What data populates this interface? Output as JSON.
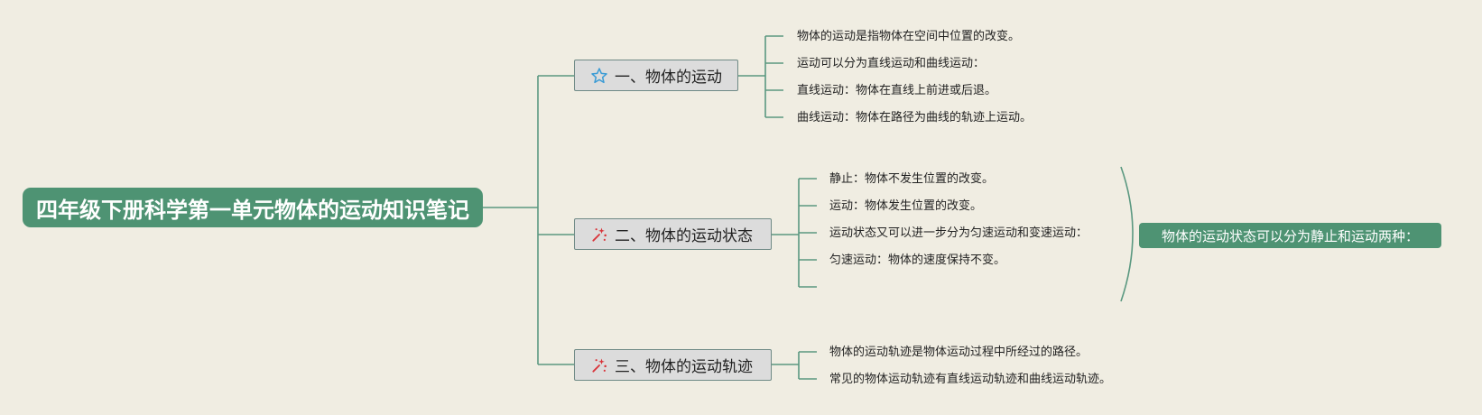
{
  "colors": {
    "background": "#f0ede2",
    "root_fill": "#4e9373",
    "connector": "#5a9880",
    "branch_fill": "#dcdcdc",
    "star_icon": "#3a9bd5",
    "sparkle_icon": "#d9343a"
  },
  "root": {
    "title": "四年级下册科学第一单元物体的运动知识笔记"
  },
  "branches": [
    {
      "label": "一、物体的运动",
      "icon": "star-icon",
      "leaves": [
        "物体的运动是指物体在空间中位置的改变。",
        "运动可以分为直线运动和曲线运动：",
        "直线运动：物体在直线上前进或后退。",
        "曲线运动：物体在路径为曲线的轨迹上运动。"
      ]
    },
    {
      "label": "二、物体的运动状态",
      "icon": "sparkle-icon",
      "leaves": [
        "静止：物体不发生位置的改变。",
        "运动：物体发生位置的改变。",
        "运动状态又可以进一步分为匀速运动和变速运动：",
        "匀速运动：物体的速度保持不变。",
        ""
      ],
      "summary": "物体的运动状态可以分为静止和运动两种："
    },
    {
      "label": "三、物体的运动轨迹",
      "icon": "sparkle-icon",
      "leaves": [
        "物体的运动轨迹是物体运动过程中所经过的路径。",
        "常见的物体运动轨迹有直线运动轨迹和曲线运动轨迹。"
      ]
    }
  ]
}
